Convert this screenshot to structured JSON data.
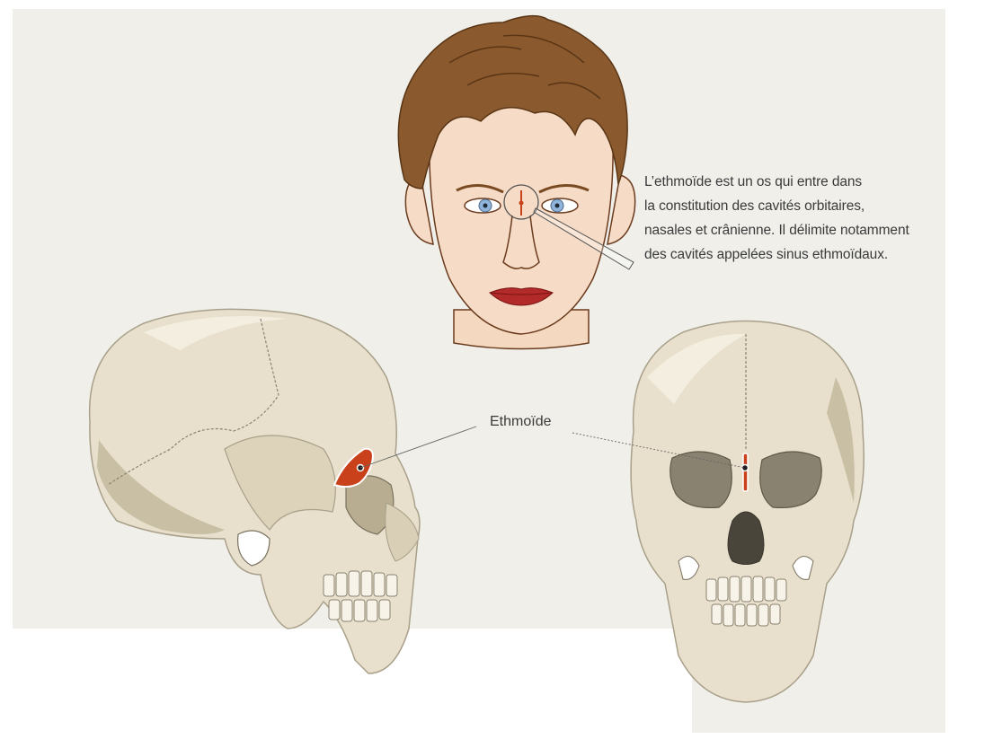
{
  "description": {
    "lines": [
      "L’ethmoïde est un os qui entre dans",
      "la constitution des cavités orbitaires,",
      "nasales et crânienne. Il délimite notamment",
      "des cavités appelées sinus ethmoïdaux."
    ]
  },
  "label": {
    "text": "Ethmoïde"
  },
  "colors": {
    "background_panel": "#f0efea",
    "bone": "#e8e0cc",
    "bone_shadow": "#c9bfa4",
    "ethmoid_highlight": "#c9411b",
    "hair": "#8a5a2e",
    "skin": "#f6dcc6",
    "lips": "#b22a2a",
    "iris": "#8fb3d9"
  },
  "icons": [
    "face-illustration",
    "lateral-skull-illustration",
    "frontal-skull-illustration",
    "magnifier-circle-icon"
  ]
}
